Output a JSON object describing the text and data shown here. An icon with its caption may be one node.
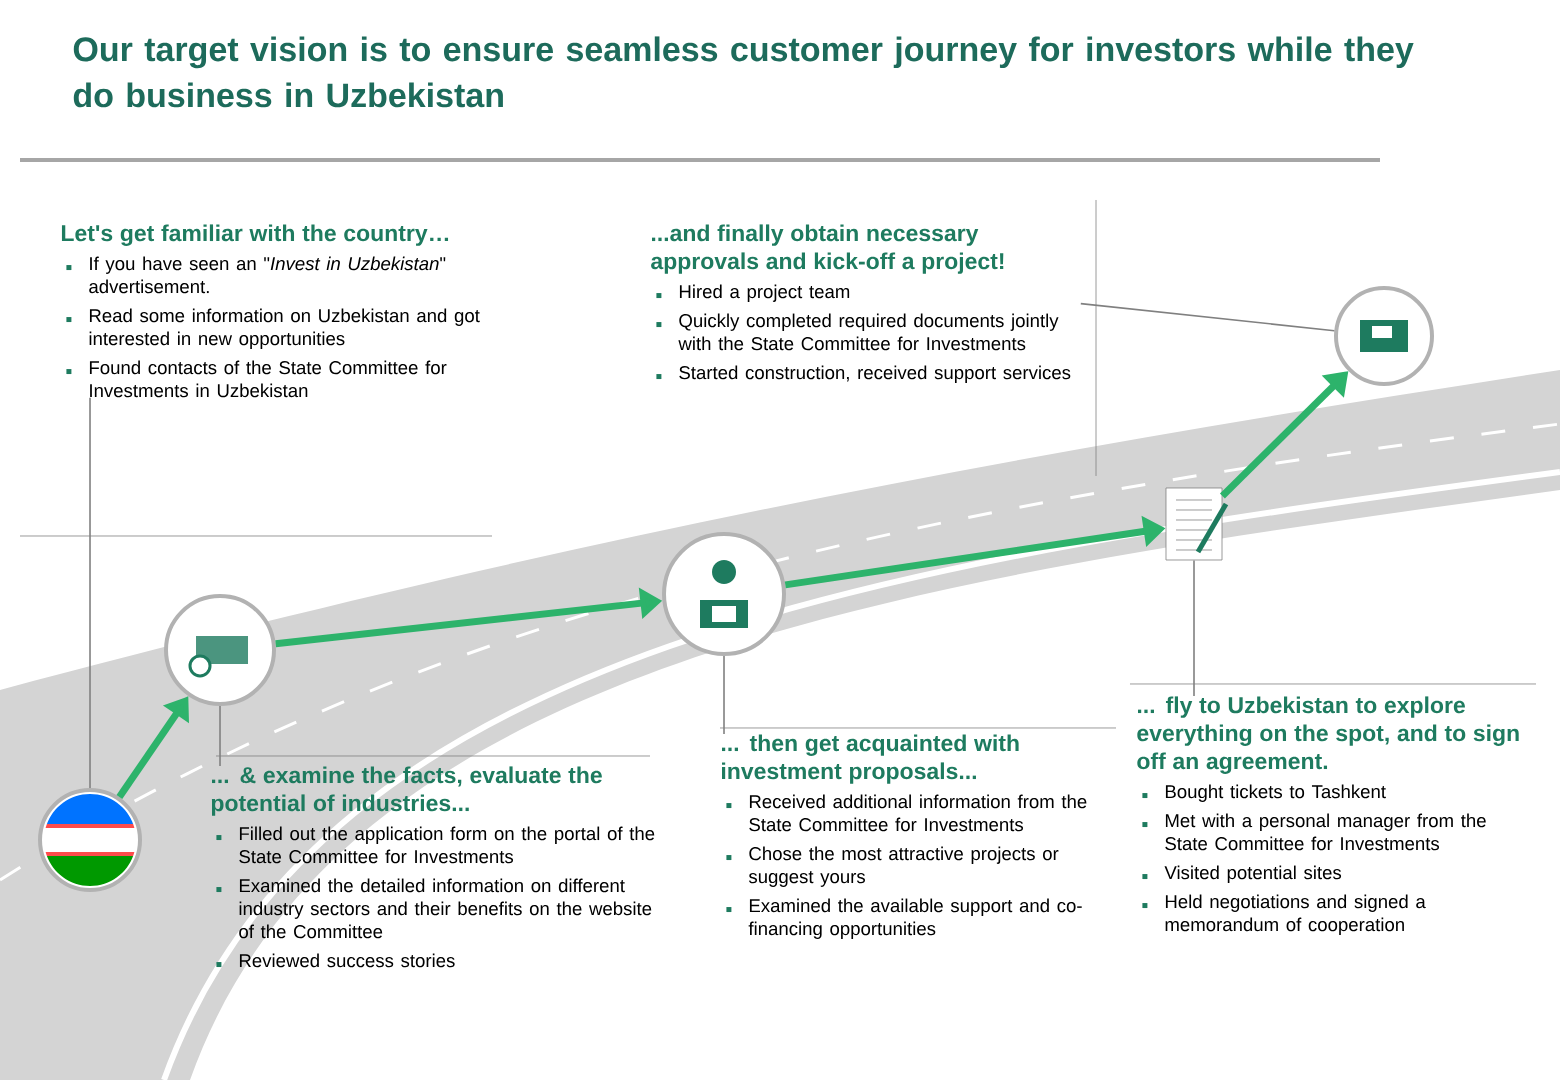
{
  "diagram": {
    "title": "Our target vision is to ensure seamless customer journey for investors while they do business in Uzbekistan",
    "nodes": [
      {
        "text": [
          "Let's get familiar with the country…",
          "If you have seen an \"*Invest in Uzbekistan*\" advertisement.",
          "Read some information on Uzbekistan and got interested in new opportunities",
          "Found contacts of the State Committee for Investments in Uzbekistan"
        ]
      },
      {
        "text": [],
        "shape": "circle"
      },
      {
        "text": [
          "... & examine the facts, evaluate the potential of industries...",
          "Filled out the application form on the portal of the State Committee for Investments",
          "Examined the detailed information on different industry sectors and their benefits on the website of the Committee",
          "Reviewed success stories"
        ]
      },
      {
        "text": [],
        "shape": "circle"
      },
      {
        "text": [
          "... then get acquainted with investment proposals...",
          "Received additional information from the State Committee for Investments",
          "Chose the most attractive projects or suggest yours",
          "Examined the available support and co-financing opportunities"
        ]
      },
      {
        "text": [],
        "shape": "circle"
      },
      {
        "text": [
          "... fly to Uzbekistan to explore everything on the spot, and to sign off  an agreement.",
          "Bought tickets to Tashkent",
          "Met with a personal manager from the State Committee for Investments",
          "Visited potential sites",
          "Held negotiations and signed a memorandum of cooperation"
        ]
      },
      {
        "text": [],
        "shape": "picture"
      },
      {
        "text": [
          "...and finally obtain necessary approvals and kick-off a project!",
          "Hired a project team",
          "Quickly completed required documents jointly with the State Committee for Investments",
          "Started construction, received support services"
        ]
      },
      {
        "text": [],
        "shape": "circle"
      }
    ],
    "edges": [
      {
        "from": 0,
        "to": 1,
        "arrow": "none"
      },
      {
        "from": 2,
        "to": 3,
        "arrow": "none"
      },
      {
        "from": 4,
        "to": 5,
        "arrow": "none"
      },
      {
        "from": 6,
        "to": 7,
        "arrow": "none"
      },
      {
        "from": 8,
        "to": 9,
        "arrow": "none"
      },
      {
        "from": 1,
        "to": 3,
        "arrow": "to",
        "style": "thick",
        "color": "#2db36b"
      },
      {
        "from": 3,
        "to": 5,
        "arrow": "to",
        "style": "thick",
        "color": "#2db36b"
      },
      {
        "from": 5,
        "to": 7,
        "arrow": "to",
        "style": "thick",
        "color": "#2db36b"
      },
      {
        "from": 7,
        "to": 9,
        "arrow": "to",
        "style": "thick",
        "color": "#2db36b"
      }
    ]
  }
}
